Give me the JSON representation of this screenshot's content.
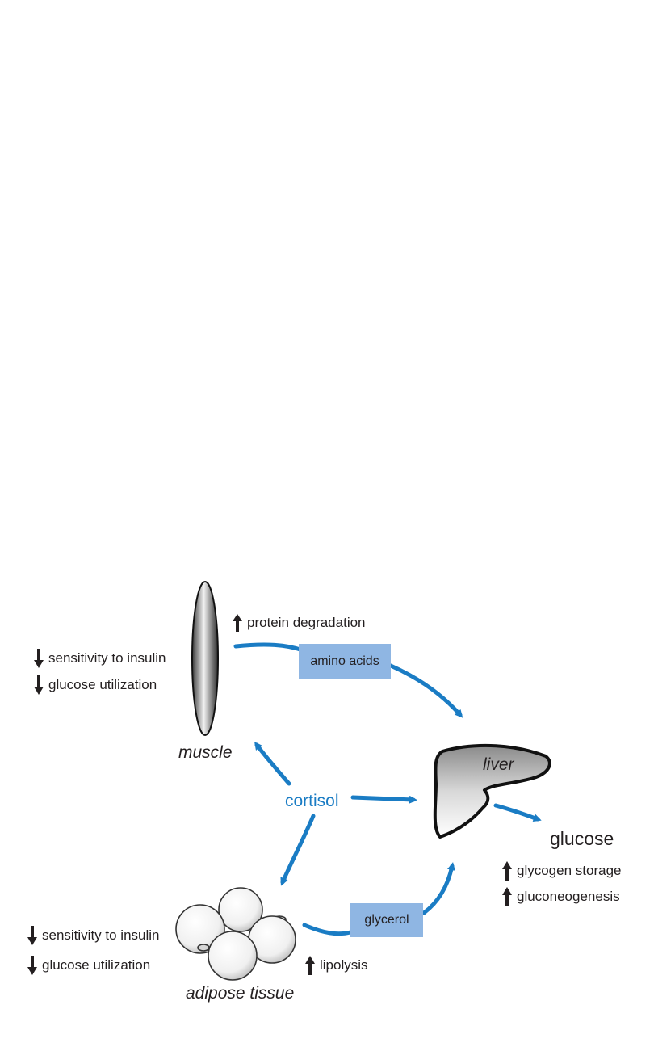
{
  "muscle": {
    "label": "muscle",
    "effect_up": "protein degradation",
    "effects_down": [
      "sensitivity to insulin",
      "glucose utilization"
    ]
  },
  "adipose": {
    "label": "adipose tissue",
    "effect_up": "lipolysis",
    "effects_down": [
      "sensitivity to insulin",
      "glucose utilization"
    ]
  },
  "liver": {
    "label": "liver",
    "effects_up": [
      "glycogen storage",
      "gluconeogenesis"
    ]
  },
  "hormone": {
    "label": "cortisol"
  },
  "output": {
    "label": "glucose"
  },
  "boxes": {
    "amino_acids": "amino acids",
    "glycerol": "glycerol"
  },
  "colors": {
    "arrow_blue": "#1a7cc4",
    "box_blue": "#8fb6e3",
    "text": "#231f20"
  }
}
